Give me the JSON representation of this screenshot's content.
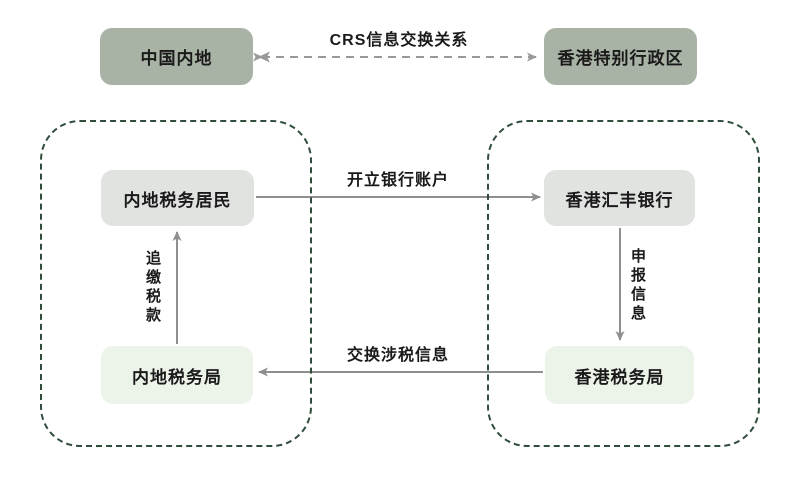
{
  "diagram": {
    "top": {
      "mainland_label": "中国内地",
      "hongkong_label": "香港特别行政区",
      "crs_arrow_label": "CRS信息交换关系"
    },
    "mainland_group": {
      "resident_label": "内地税务居民",
      "tax_bureau_label": "内地税务局",
      "recover_tax_label": "追缴税款"
    },
    "hongkong_group": {
      "bank_label": "香港汇丰银行",
      "tax_bureau_label": "香港税务局",
      "report_info_label": "申报信息"
    },
    "flows": {
      "open_account_label": "开立银行账户",
      "exchange_info_label": "交换涉税信息"
    },
    "colors": {
      "top_box_bg": "#a8b2a5",
      "gray_box_bg": "#e0e3e0",
      "green_box_bg": "#ecf4ea",
      "container_border": "#2f4d3a",
      "solid_arrow": "#8f8f8f",
      "dashed_arrow": "#999999",
      "text": "#1a1a1a"
    }
  }
}
